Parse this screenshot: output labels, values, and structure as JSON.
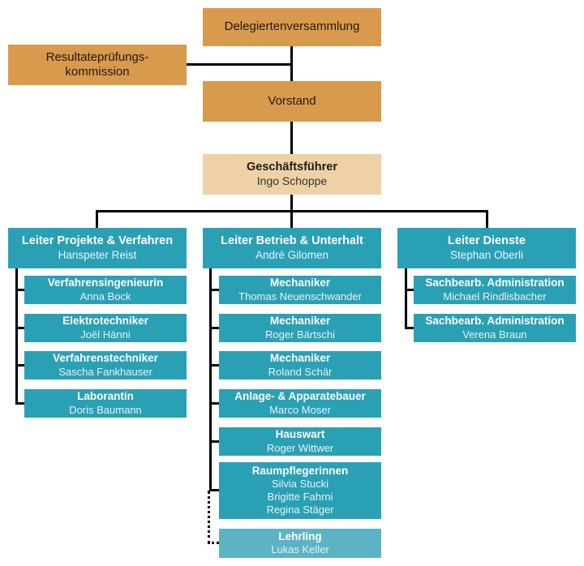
{
  "palette": {
    "orange": "#d89a4d",
    "tan": "#efd1a6",
    "teal": "#2aa0b5",
    "teal_light": "#5cb3c4",
    "connector": "#000000"
  },
  "top_nodes": {
    "assembly": {
      "label": "Delegiertenversammlung"
    },
    "audit": {
      "line1": "Resultateprüfungs-",
      "line2": "kommission"
    },
    "board": {
      "label": "Vorstand"
    },
    "ceo": {
      "title": "Geschäftsführer",
      "name": "Ingo Schoppe"
    }
  },
  "columns": [
    {
      "head": {
        "title": "Leiter Projekte & Verfahren",
        "name": "Hanspeter Reist"
      },
      "children": [
        {
          "title": "Verfahrensingenieurin",
          "name": "Anna Bock"
        },
        {
          "title": "Elektrotechniker",
          "name": "Joël Hänni"
        },
        {
          "title": "Verfahrenstechniker",
          "name": "Sascha Fankhauser"
        },
        {
          "title": "Laborantin",
          "name": "Doris Baumann"
        }
      ]
    },
    {
      "head": {
        "title": "Leiter Betrieb & Unterhalt",
        "name": "André Gilomen"
      },
      "children": [
        {
          "title": "Mechaniker",
          "name": "Thomas Neuenschwander"
        },
        {
          "title": "Mechaniker",
          "name": "Roger Bärtschi"
        },
        {
          "title": "Mechaniker",
          "name": "Roland Schär"
        },
        {
          "title": "Anlage- & Apparatebauer",
          "name": "Marco Moser"
        },
        {
          "title": "Hauswart",
          "name": "Roger Wittwer"
        },
        {
          "title": "Raumpflegerinnen",
          "names": [
            "Silvia Stucki",
            "Brigitte Fahrni",
            "Regina Stäger"
          ]
        },
        {
          "title": "Lehrling",
          "name": "Lukas Keller"
        }
      ]
    },
    {
      "head": {
        "title": "Leiter Dienste",
        "name": "Stephan Oberli"
      },
      "children": [
        {
          "title": "Sachbearb. Administration",
          "name": "Michael Rindlisbacher"
        },
        {
          "title": "Sachbearb. Administration",
          "name": "Verena Braun"
        }
      ]
    }
  ]
}
